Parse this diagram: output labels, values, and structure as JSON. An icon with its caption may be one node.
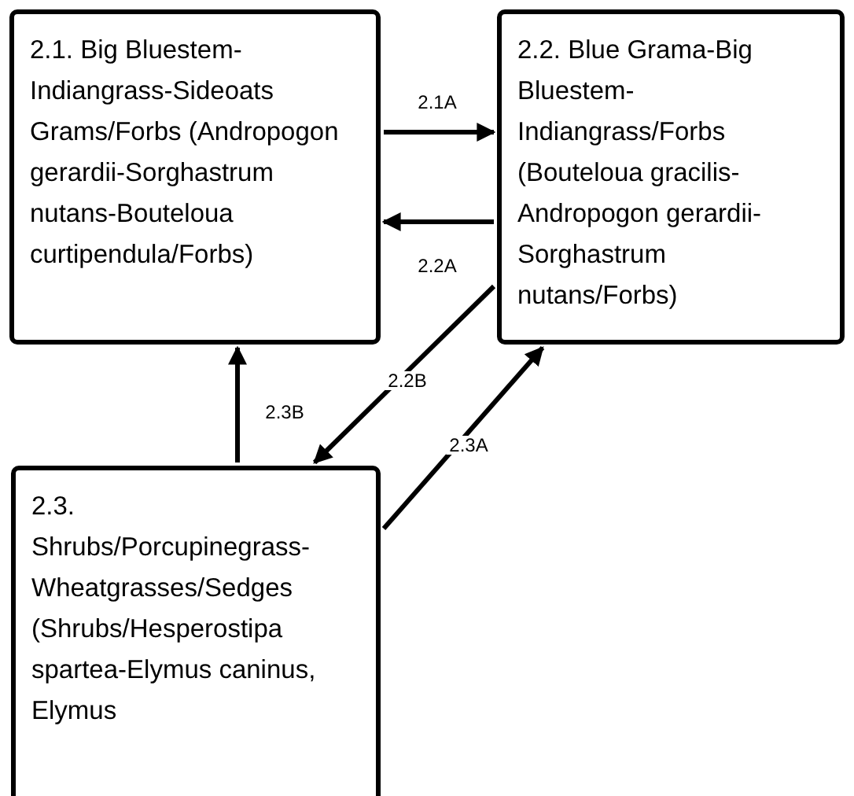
{
  "diagram": {
    "nodes": [
      {
        "text": [
          "2.1. Big Bluestem-Indiangrass-Sideoats Grams/Forbs (Andropogon gerardii-Sorghastrum nutans-Bouteloua curtipendula/Forbs)"
        ]
      },
      {
        "text": [
          "2.2. Blue Grama-Big Bluestem-Indiangrass/Forbs (Bouteloua gracilis-Andropogon gerardii-Sorghastrum nutans/Forbs)"
        ]
      },
      {
        "text": [
          "2.3. Shrubs/Porcupinegrass-Wheatgrasses/Sedges (Shrubs/Hesperostipa spartea-Elymus caninus, Elymus"
        ]
      }
    ],
    "edges": [
      {
        "from": 0,
        "to": 1,
        "arrow": "to",
        "label": "2.1A"
      },
      {
        "from": 1,
        "to": 0,
        "arrow": "to",
        "label": "2.2A"
      },
      {
        "from": 1,
        "to": 2,
        "arrow": "to",
        "label": "2.2B"
      },
      {
        "from": 2,
        "to": 0,
        "arrow": "to",
        "label": "2.3B"
      },
      {
        "from": 2,
        "to": 1,
        "arrow": "to",
        "label": "2.3A"
      }
    ]
  }
}
